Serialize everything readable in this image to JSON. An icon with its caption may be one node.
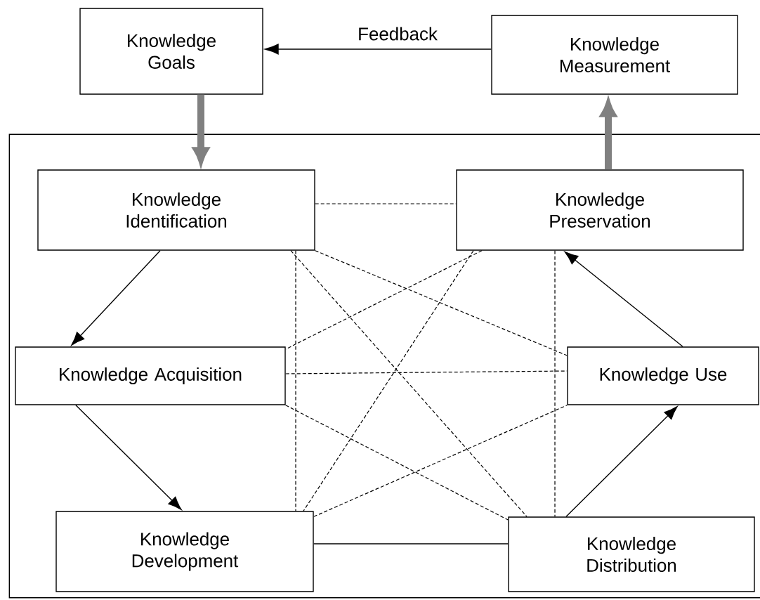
{
  "diagram": {
    "nodes": [
      {
        "text": [
          "Knowledge Goals"
        ]
      },
      {
        "text": [
          "Knowledge Measurement"
        ]
      },
      {
        "text": [],
        "shape": "box"
      },
      {
        "text": [
          "Knowledge Identification"
        ],
        "in": 2
      },
      {
        "text": [
          "Knowledge Preservation"
        ],
        "in": 2
      },
      {
        "text": [
          "Knowledge Acquisition"
        ],
        "in": 2
      },
      {
        "text": [
          "Knowledge Use"
        ],
        "in": 2
      },
      {
        "text": [
          "Knowledge Development"
        ],
        "in": 2
      },
      {
        "text": [
          "Knowledge Distribution"
        ],
        "in": 2
      }
    ],
    "edges": [
      {
        "from": 1,
        "to": 0,
        "arrow": "to",
        "label": "Feedback"
      },
      {
        "from": 0,
        "to": 3,
        "arrow": "to",
        "style": "thick",
        "color": "#808080"
      },
      {
        "from": 4,
        "to": 1,
        "arrow": "to",
        "style": "thick",
        "color": "#808080"
      },
      {
        "from": 3,
        "to": 5,
        "arrow": "to"
      },
      {
        "from": 5,
        "to": 7,
        "arrow": "to"
      },
      {
        "from": 8,
        "to": 6,
        "arrow": "to"
      },
      {
        "from": 6,
        "to": 4,
        "arrow": "to"
      },
      {
        "from": 7,
        "to": 8,
        "arrow": "none"
      },
      {
        "from": 3,
        "to": 4,
        "arrow": "none",
        "style": "dashed"
      },
      {
        "from": 3,
        "to": 7,
        "arrow": "none",
        "style": "dashed"
      },
      {
        "from": 3,
        "to": 6,
        "arrow": "none",
        "style": "dashed"
      },
      {
        "from": 3,
        "to": 8,
        "arrow": "none",
        "style": "dashed"
      },
      {
        "from": 4,
        "to": 5,
        "arrow": "none",
        "style": "dashed"
      },
      {
        "from": 4,
        "to": 7,
        "arrow": "none",
        "style": "dashed"
      },
      {
        "from": 4,
        "to": 8,
        "arrow": "none",
        "style": "dashed"
      },
      {
        "from": 5,
        "to": 6,
        "arrow": "none",
        "style": "dashed"
      },
      {
        "from": 5,
        "to": 8,
        "arrow": "none",
        "style": "dashed"
      },
      {
        "from": 7,
        "to": 6,
        "arrow": "none",
        "style": "dashed"
      }
    ]
  }
}
